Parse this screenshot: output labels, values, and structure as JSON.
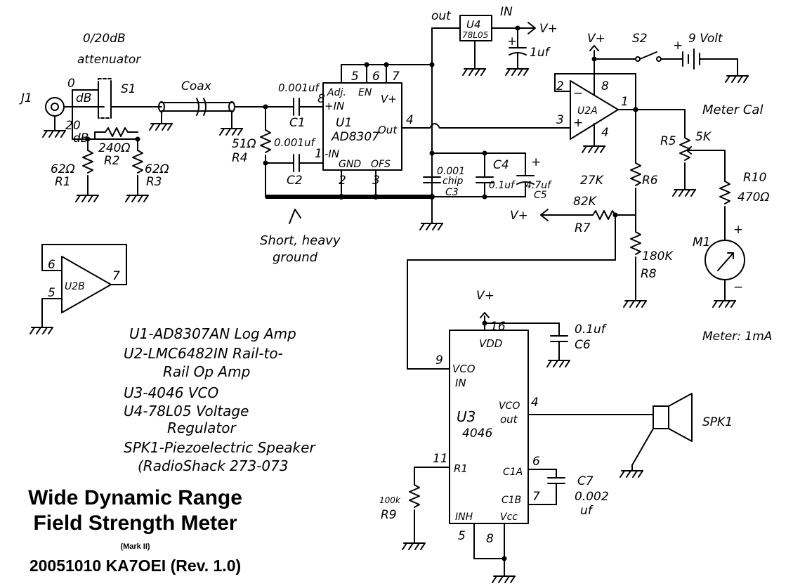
{
  "title": {
    "line1": "Wide Dynamic Range",
    "line2": "Field Strength Meter",
    "mark": "(Mark II)",
    "rev": "20051010 KA7OEI (Rev. 1.0)"
  },
  "parts_list": [
    "U1-AD8307AN Log Amp",
    "U2-LMC6482IN Rail-to-",
    "Rail Op Amp",
    "U3-4046 VCO",
    "U4-78L05 Voltage",
    "Regulator",
    "SPK1-Piezoelectric Speaker",
    "(RadioShack 273-073"
  ],
  "labels": {
    "atten1": "0/20dB",
    "atten2": "attenuator",
    "j1": "J1",
    "s1": "S1",
    "db0a": "0",
    "db0b": "dB",
    "db20a": "20",
    "db20b": "dB",
    "coax": "Coax",
    "r1v": "62Ω",
    "r1": "R1",
    "r2v": "240Ω",
    "r2": "R2",
    "r3v": "62Ω",
    "r3": "R3",
    "r4v": "51Ω",
    "r4": "R4",
    "c1v": "0.001uf",
    "c1": "C1",
    "c2v": "0.001uf",
    "c2": "C2",
    "u1pin5": "5",
    "u1pin6": "6",
    "u1pin7": "7",
    "u1pin8": "8",
    "u1pin1": "1",
    "u1pin2": "2",
    "u1pin3": "3",
    "u1pin4": "4",
    "u1adj": "Adj.",
    "u1en": "EN",
    "u1vp": "V+",
    "u1in": "+IN",
    "u1u": "U1",
    "u1chip": "AD8307",
    "u1out": "Out",
    "u1min": "-IN",
    "u1gnd": "GND",
    "u1ofs": "OFS",
    "short1": "Short, heavy",
    "short2": "ground",
    "u4": "U4",
    "u4chip": "78L05",
    "u4out": "out",
    "u4in": "IN",
    "vplus": "V+",
    "plus": "+",
    "cap1uf": "1uf",
    "c3v1": "0.001",
    "c3v2": "chip",
    "c3": "C3",
    "c4": "C4",
    "c4v": "0.1uf",
    "c5v": "4.7uf",
    "c5": "C5",
    "s2": "S2",
    "batt": "9 Volt",
    "u2a": "U2A",
    "u2apin2": "2",
    "u2apin3": "3",
    "u2apin8": "8",
    "u2apin4": "4",
    "u2apin1": "1",
    "minus": "−",
    "metercal": "Meter Cal",
    "r5": "R5",
    "r5v": "5K",
    "r10": "R10",
    "r10v": "470Ω",
    "r6v": "27K",
    "r6": "R6",
    "r7v": "82K",
    "r7": "R7",
    "r8v": "180K",
    "r8": "R8",
    "m1": "M1",
    "meter": "Meter: 1mA",
    "u2b": "U2B",
    "u2bpin6": "6",
    "u2bpin5": "5",
    "u2bpin7": "7",
    "u3pin16": "16",
    "u3vdd": "VDD",
    "c6v": "0.1uf",
    "c6": "C6",
    "u3pin9": "9",
    "u3vcoin1": "VCO",
    "u3vcoin2": "IN",
    "u3vcoout1": "VCO",
    "u3vcoout2": "out",
    "u3pin4": "4",
    "u3u": "U3",
    "u3chip": "4046",
    "spk1": "SPK1",
    "u3pin11": "11",
    "u3r1": "R1",
    "u3c1a": "C1A",
    "u3c1b": "C1B",
    "u3pin6": "6",
    "u3pin7": "7",
    "c7": "C7",
    "c7v1": "0.002",
    "c7v2": "uf",
    "r9v": "100k",
    "r9": "R9",
    "u3inh": "INH",
    "u3vcc": "Vcc",
    "u3pin5": "5",
    "u3pin8": "8"
  }
}
